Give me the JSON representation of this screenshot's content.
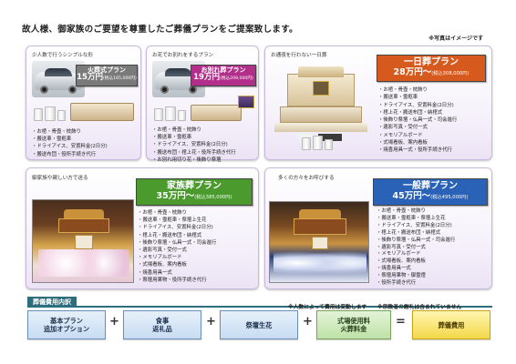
{
  "header": {
    "title": "故人様、御家族のご要望を尊重したご葬儀プランをご提案致します。",
    "photo_note": "※写真はイメージです"
  },
  "plans": {
    "kasou": {
      "tag": "少人数で行うシンプルな形",
      "name": "火葬式プラン",
      "price": "15万円",
      "tax": "(税込165,000円)",
      "color": "#7a7a7a",
      "items": [
        "お棺・骨壺・枕飾り",
        "搬送車・霊柩車",
        "ドライアイス、安置料金(2日分)",
        "搬送布団・役所手続き代行"
      ]
    },
    "owakare": {
      "tag": "お花でお別れをするプラン",
      "name": "お別れ葬プラン",
      "price": "19万円",
      "tax": "(税込209,000円)",
      "color": "#b12f8a",
      "items": [
        "お棺・骨壺・枕飾り",
        "搬送車・霊柩車",
        "ドライアイス、安置料金(2日分)",
        "搬送布団・棺上花・役所手続き代行",
        "お別れ用切り花・後飾り祭壇"
      ]
    },
    "ichinichi": {
      "tag": "お通夜を行わない一日葬",
      "name": "一日葬プラン",
      "price": "28万円～",
      "tax": "(税込308,000円)",
      "color": "#d65a1e",
      "items": [
        "お棺・骨壺・枕飾り",
        "搬送車・霊柩車",
        "ドライアイス、安置料金(2日分)",
        "棺上花・搬送布団・納棺式",
        "後飾り祭壇・仏具一式・司会進行",
        "遺影写真・受付一式",
        "メモリアルボード",
        "式場看板、案内看板",
        "焼香用具一式・役所手続き代行"
      ]
    },
    "kazoku": {
      "tag": "御家族や親しい方で送る",
      "name": "家族葬プラン",
      "price": "35万円～",
      "tax": "(税込385,000円)",
      "color": "#4a9a2e",
      "items": [
        "お棺・骨壺・枕飾り",
        "搬送車・霊柩車・祭壇上生花",
        "ドライアイス、安置料金(2日分)",
        "棺上花・搬送布団・納棺式",
        "後飾り祭壇・仏具一式・司会進行",
        "遺影写真・受付一式",
        "メモリアルボード",
        "式場看板、案内看板",
        "焼香用具一式",
        "祭壇用果物・役所手続き代行"
      ]
    },
    "ippan": {
      "tag": "多くの方々をお呼びする",
      "name": "一般葬プラン",
      "price": "45万円～",
      "tax": "(税込495,000円)",
      "color": "#2a62b8",
      "items": [
        "お棺・骨壺・枕飾り",
        "搬送車・霊柩車・祭壇上生花",
        "ドライアイス、安置料金(2日分)",
        "棺上花・搬送布団・納棺式",
        "後飾り祭壇・仏具一式・司会進行",
        "遺影写真・受付一式",
        "メモリアルボード",
        "式場看板、案内看板",
        "焼香用具一式",
        "祭壇用果物・御霊燈",
        "役所手続き代行"
      ]
    }
  },
  "cost": {
    "header": "葬儀費用内訳",
    "note1": "※人数によって費用は変動します",
    "note2": "※宗教者の謝礼は含まれていません",
    "box1_l1": "基本プラン",
    "box1_l2": "追加オプション",
    "box2_l1": "食事",
    "box2_l2": "返礼品",
    "box3": "祭壇生花",
    "box4_l1": "式場使用料",
    "box4_l2": "火葬料金",
    "plus": "+",
    "equals": "=",
    "total": "葬儀費用"
  }
}
